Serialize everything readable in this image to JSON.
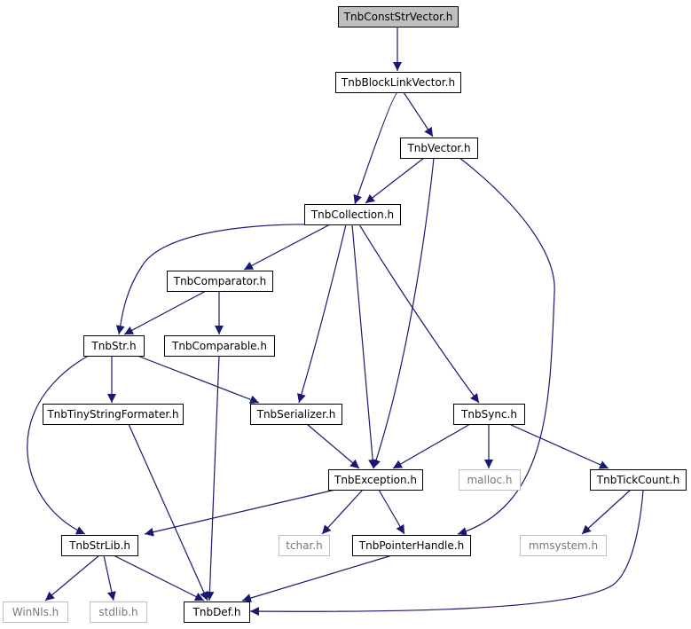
{
  "colors": {
    "edge": "#191970",
    "node_border": "#000000",
    "external_border": "#bfbfbf",
    "external_text": "#777777",
    "root_fill": "#bfbfbf",
    "node_fill": "#ffffff"
  },
  "nodes": [
    {
      "id": "TnbConstStrVector",
      "label": "TnbConstStrVector.h",
      "kind": "root"
    },
    {
      "id": "TnbBlockLinkVector",
      "label": "TnbBlockLinkVector.h",
      "kind": "normal"
    },
    {
      "id": "TnbVector",
      "label": "TnbVector.h",
      "kind": "normal"
    },
    {
      "id": "TnbCollection",
      "label": "TnbCollection.h",
      "kind": "normal"
    },
    {
      "id": "TnbComparator",
      "label": "TnbComparator.h",
      "kind": "normal"
    },
    {
      "id": "TnbStr",
      "label": "TnbStr.h",
      "kind": "normal"
    },
    {
      "id": "TnbComparable",
      "label": "TnbComparable.h",
      "kind": "normal"
    },
    {
      "id": "TnbTinyStringFormater",
      "label": "TnbTinyStringFormater.h",
      "kind": "normal"
    },
    {
      "id": "TnbSerializer",
      "label": "TnbSerializer.h",
      "kind": "normal"
    },
    {
      "id": "TnbSync",
      "label": "TnbSync.h",
      "kind": "normal"
    },
    {
      "id": "TnbException",
      "label": "TnbException.h",
      "kind": "normal"
    },
    {
      "id": "malloc",
      "label": "malloc.h",
      "kind": "external"
    },
    {
      "id": "TnbTickCount",
      "label": "TnbTickCount.h",
      "kind": "normal"
    },
    {
      "id": "TnbStrLib",
      "label": "TnbStrLib.h",
      "kind": "normal"
    },
    {
      "id": "tchar",
      "label": "tchar.h",
      "kind": "external"
    },
    {
      "id": "TnbPointerHandle",
      "label": "TnbPointerHandle.h",
      "kind": "normal"
    },
    {
      "id": "mmsystem",
      "label": "mmsystem.h",
      "kind": "external"
    },
    {
      "id": "WinNls",
      "label": "WinNls.h",
      "kind": "external"
    },
    {
      "id": "stdlib",
      "label": "stdlib.h",
      "kind": "external"
    },
    {
      "id": "TnbDef",
      "label": "TnbDef.h",
      "kind": "normal"
    }
  ],
  "edges": [
    {
      "from": "TnbConstStrVector",
      "to": "TnbBlockLinkVector"
    },
    {
      "from": "TnbBlockLinkVector",
      "to": "TnbCollection"
    },
    {
      "from": "TnbBlockLinkVector",
      "to": "TnbVector"
    },
    {
      "from": "TnbVector",
      "to": "TnbCollection"
    },
    {
      "from": "TnbVector",
      "to": "TnbException"
    },
    {
      "from": "TnbVector",
      "to": "TnbPointerHandle"
    },
    {
      "from": "TnbCollection",
      "to": "TnbComparator"
    },
    {
      "from": "TnbCollection",
      "to": "TnbStr"
    },
    {
      "from": "TnbCollection",
      "to": "TnbSerializer"
    },
    {
      "from": "TnbCollection",
      "to": "TnbException"
    },
    {
      "from": "TnbCollection",
      "to": "TnbSync"
    },
    {
      "from": "TnbComparator",
      "to": "TnbStr"
    },
    {
      "from": "TnbComparator",
      "to": "TnbComparable"
    },
    {
      "from": "TnbComparable",
      "to": "TnbDef"
    },
    {
      "from": "TnbStr",
      "to": "TnbTinyStringFormater"
    },
    {
      "from": "TnbStr",
      "to": "TnbSerializer"
    },
    {
      "from": "TnbStr",
      "to": "TnbStrLib"
    },
    {
      "from": "TnbTinyStringFormater",
      "to": "TnbDef"
    },
    {
      "from": "TnbSerializer",
      "to": "TnbException"
    },
    {
      "from": "TnbSync",
      "to": "TnbException"
    },
    {
      "from": "TnbSync",
      "to": "malloc"
    },
    {
      "from": "TnbSync",
      "to": "TnbTickCount"
    },
    {
      "from": "TnbException",
      "to": "TnbStrLib"
    },
    {
      "from": "TnbException",
      "to": "tchar"
    },
    {
      "from": "TnbException",
      "to": "TnbPointerHandle"
    },
    {
      "from": "TnbTickCount",
      "to": "mmsystem"
    },
    {
      "from": "TnbTickCount",
      "to": "TnbDef"
    },
    {
      "from": "TnbStrLib",
      "to": "WinNls"
    },
    {
      "from": "TnbStrLib",
      "to": "stdlib"
    },
    {
      "from": "TnbStrLib",
      "to": "TnbDef"
    },
    {
      "from": "TnbPointerHandle",
      "to": "TnbDef"
    }
  ]
}
